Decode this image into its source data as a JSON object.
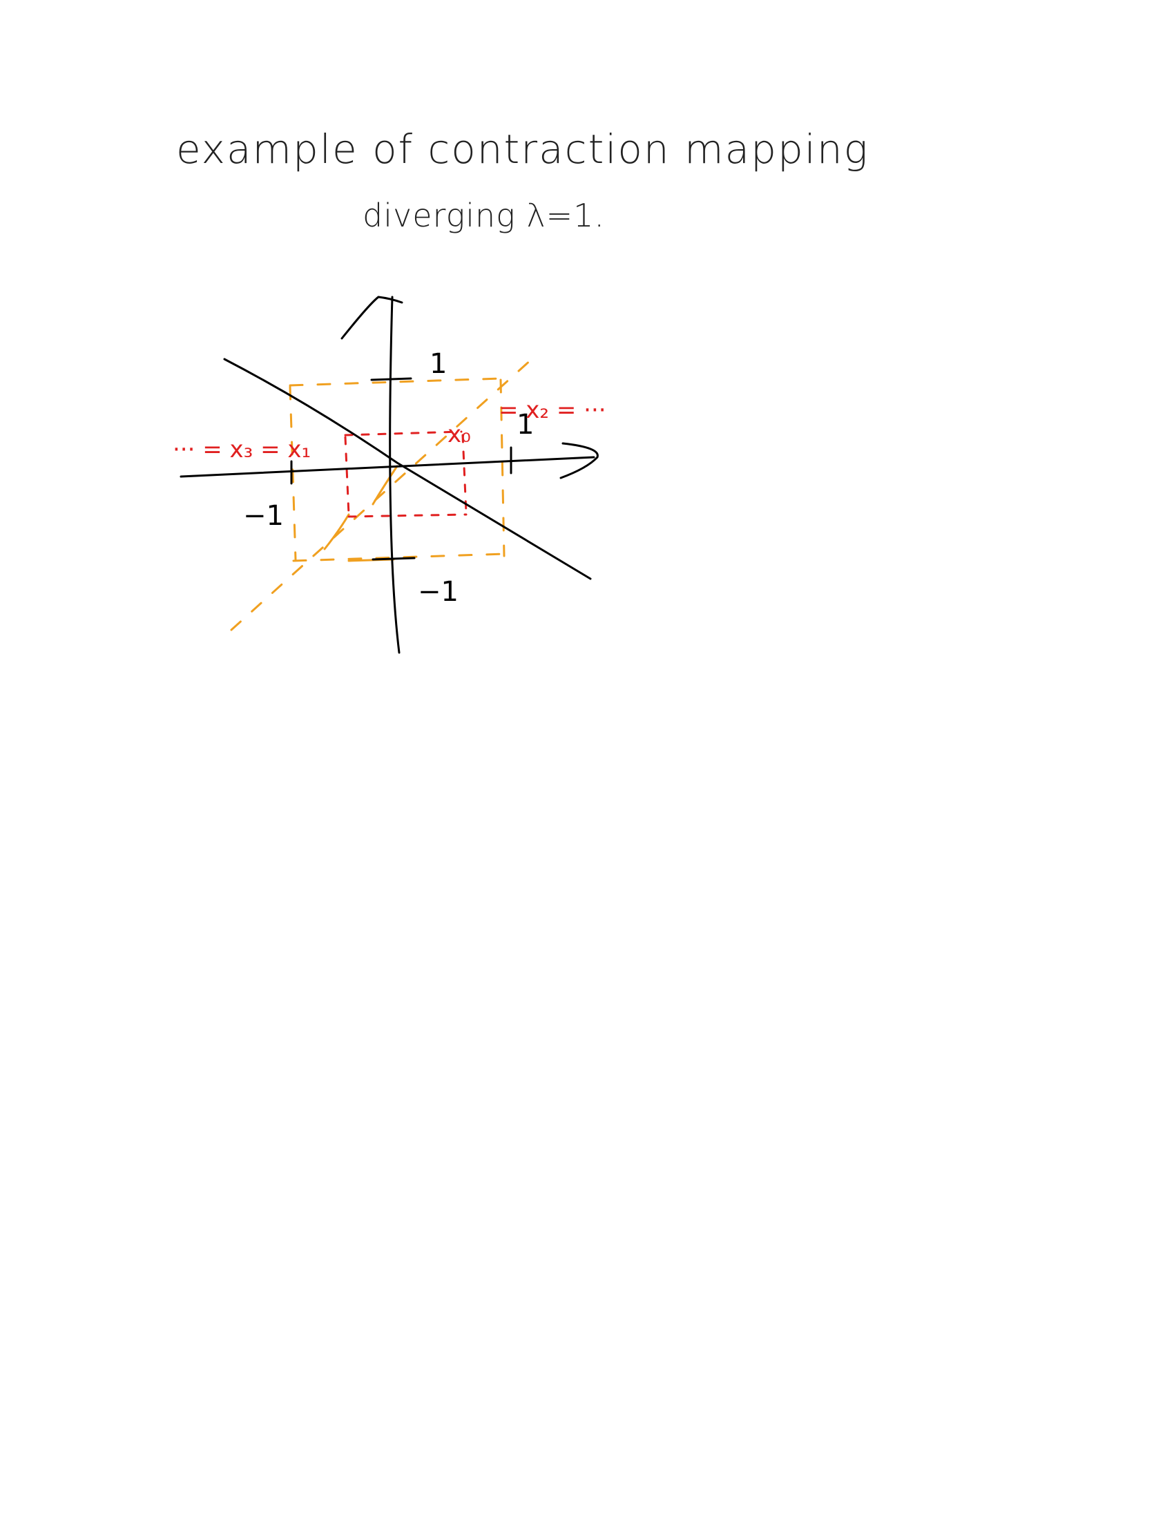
{
  "title": {
    "line1": "example of contraction mapping",
    "line2": "diverging λ=1."
  },
  "diagram": {
    "tick_labels": {
      "y_pos": "1",
      "y_neg": "−1",
      "x_pos": "1",
      "x_neg": "−1"
    },
    "iterate_label_left": "··· = x₃ = x₁",
    "iterate_label_x0": "x₀",
    "iterate_label_right": "= x₂ = ···",
    "colors": {
      "ink": "#000000",
      "iteration": "#e02020",
      "guide": "#f0a020"
    }
  }
}
